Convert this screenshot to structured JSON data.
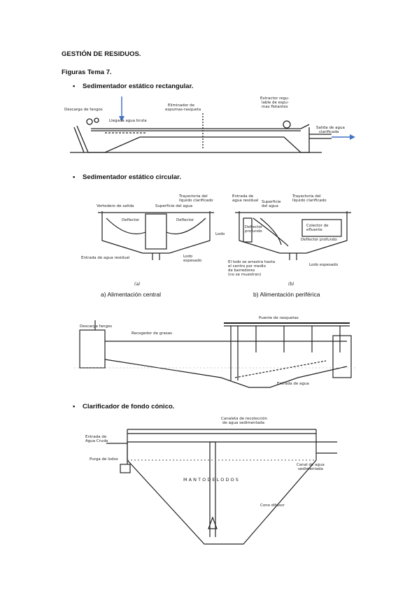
{
  "doc": {
    "title": "GESTIÓN DE RESIDUOS.",
    "subtitle": "Figuras Tema 7.",
    "bullets": [
      "Sedimentador estático rectangular.",
      "Sedimentador estático circular.",
      "Clarificador de fondo cónico."
    ]
  },
  "fig1": {
    "labels": {
      "descarga": "Descarga de fangos",
      "llegada": "Llegada agua bruta",
      "eliminador_1": "Eliminador de",
      "eliminador_2": "espumas-rasqueta",
      "extractor_1": "Extractor regu-",
      "extractor_2": "lable de espu-",
      "extractor_3": "mas flotantes",
      "salida_1": "Salida de agua",
      "salida_2": "clarificada"
    }
  },
  "fig2": {
    "labels": {
      "vertedero": "Vertedero de salida",
      "trayectoria_a_1": "Trayectoria del",
      "trayectoria_a_2": "líquido clarificado",
      "superficie_a": "Superficie del agua",
      "deflector_a1": "Deflector",
      "deflector_a2": "Deflector",
      "lodo_a": "Lodo",
      "entrada_res": "Entrada de agua residual",
      "lodo_esp_a_1": "Lodo",
      "lodo_esp_a_2": "espesado",
      "entrada_b_1": "Entrada de",
      "entrada_b_2": "agua residual",
      "superficie_b_1": "Superficie",
      "superficie_b_2": "del agua",
      "trayectoria_b_1": "Trayectoria del",
      "trayectoria_b_2": "líquido clarificado",
      "deflector_prof_b_1": "Deflector",
      "deflector_prof_b_2": "profundo",
      "colector_1": "Colector de",
      "colector_2": "efluente",
      "deflector_prof_b2": "Deflector profundo",
      "lodo_note_1": "El lodo se arrastra hasta",
      "lodo_note_2": "el centro por medio",
      "lodo_note_3": "de barredores",
      "lodo_note_4": "(no se muestran)",
      "lodo_esp_b": "Lodo espesado",
      "tag_a": "(a)",
      "tag_b": "(b)"
    },
    "caption_a": "a) Alimentación central",
    "caption_b": "b) Alimentación periférica"
  },
  "fig3": {
    "labels": {
      "descarga": "Descarga fangos",
      "puente": "Puente de rasquetas",
      "recogedor": "Recogedor de grasas",
      "entrada": "Entrada de agua"
    }
  },
  "fig4": {
    "labels": {
      "canaleta_1": "Canaleta de recolección",
      "canaleta_2": "de agua sedimentada",
      "entrada_1": "Entrada de",
      "entrada_2": "Agua Cruda",
      "purga": "Purga de lodos",
      "canal_1": "Canal de agua",
      "canal_2": "sedimentada",
      "manto": "M A N T O    D E    L O D O S",
      "cono": "Cono difusor"
    }
  },
  "colors": {
    "arrow": "#4472c4",
    "ink": "#222222"
  }
}
